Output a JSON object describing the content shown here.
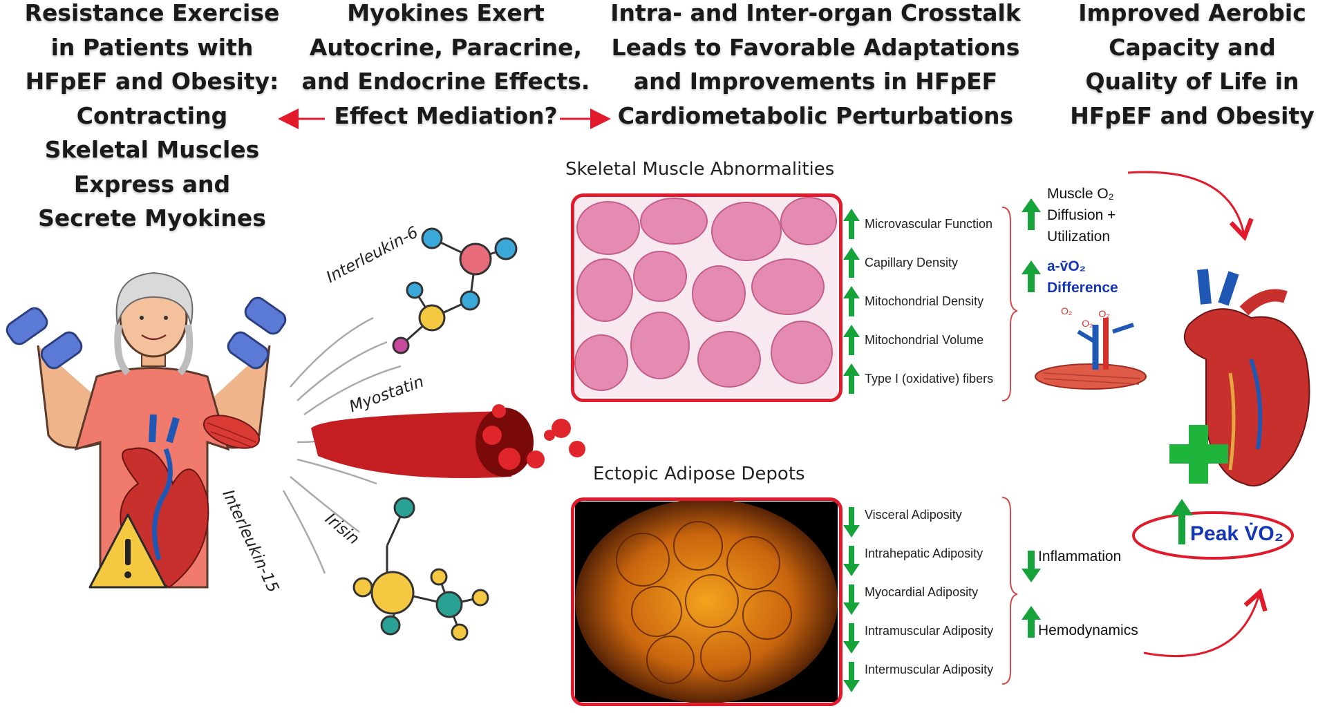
{
  "headings": {
    "col1": [
      "Resistance Exercise",
      "in Patients with",
      "HFpEF and Obesity:",
      "Contracting",
      "Skeletal Muscles",
      "Express and",
      "Secrete Myokines"
    ],
    "col2": [
      "Myokines Exert",
      "Autocrine, Paracrine,",
      "and Endocrine Effects.",
      "Effect Mediation?"
    ],
    "col3": [
      "Intra- and Inter-organ Crosstalk",
      "Leads to Favorable Adaptations",
      "and Improvements in HFpEF",
      "Cardiometabolic Perturbations"
    ],
    "col4": [
      "Improved Aerobic",
      "Capacity and",
      "Quality of Life in",
      "HFpEF and Obesity"
    ]
  },
  "myokines": [
    "Interleukin-6",
    "Myostatin",
    "Irisin",
    "Interleukin-15"
  ],
  "muscle_panel": {
    "title": "Skeletal Muscle Abnormalities",
    "items": [
      "Microvascular Function",
      "Capillary Density",
      "Mitochondrial Density",
      "Mitochondrial Volume",
      "Type I (oxidative) fibers"
    ],
    "outcomes": {
      "diffusion": [
        "Muscle O₂",
        "Diffusion +",
        "Utilization"
      ],
      "avo2": [
        "a-v̄O₂",
        "Difference"
      ],
      "o2_marks": [
        "O₂",
        "O₂",
        "O₂"
      ]
    }
  },
  "adipose_panel": {
    "title": "Ectopic Adipose Depots",
    "items": [
      "Visceral Adiposity",
      "Intrahepatic Adiposity",
      "Myocardial Adiposity",
      "Intramuscular Adiposity",
      "Intermuscular Adiposity"
    ],
    "outcomes": {
      "inflammation": "Inflammation",
      "hemodynamics": "Hemodynamics"
    }
  },
  "result": {
    "peak_vo2": "Peak V̇O₂"
  },
  "colors": {
    "accent_red": "#e21b2c",
    "up_green": "#16a33a",
    "down_green": "#16a33a",
    "blue_text": "#1537b5",
    "plus_green": "#1fb43c"
  },
  "icons": [
    "dumbbell-icon",
    "heart-icon",
    "warning-icon",
    "molecule-icon",
    "blood-vessel-icon",
    "muscle-icon",
    "plus-icon",
    "arrow-up-icon",
    "arrow-down-icon"
  ]
}
